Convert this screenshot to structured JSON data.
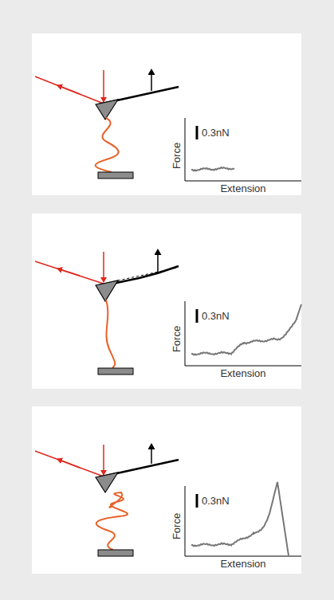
{
  "diagram": {
    "labels": [
      "0.3nN",
      "Force",
      "Extension",
      "0.3nN",
      "Force",
      "Extension",
      "0.3nN",
      "Force",
      "Extension"
    ]
  }
}
